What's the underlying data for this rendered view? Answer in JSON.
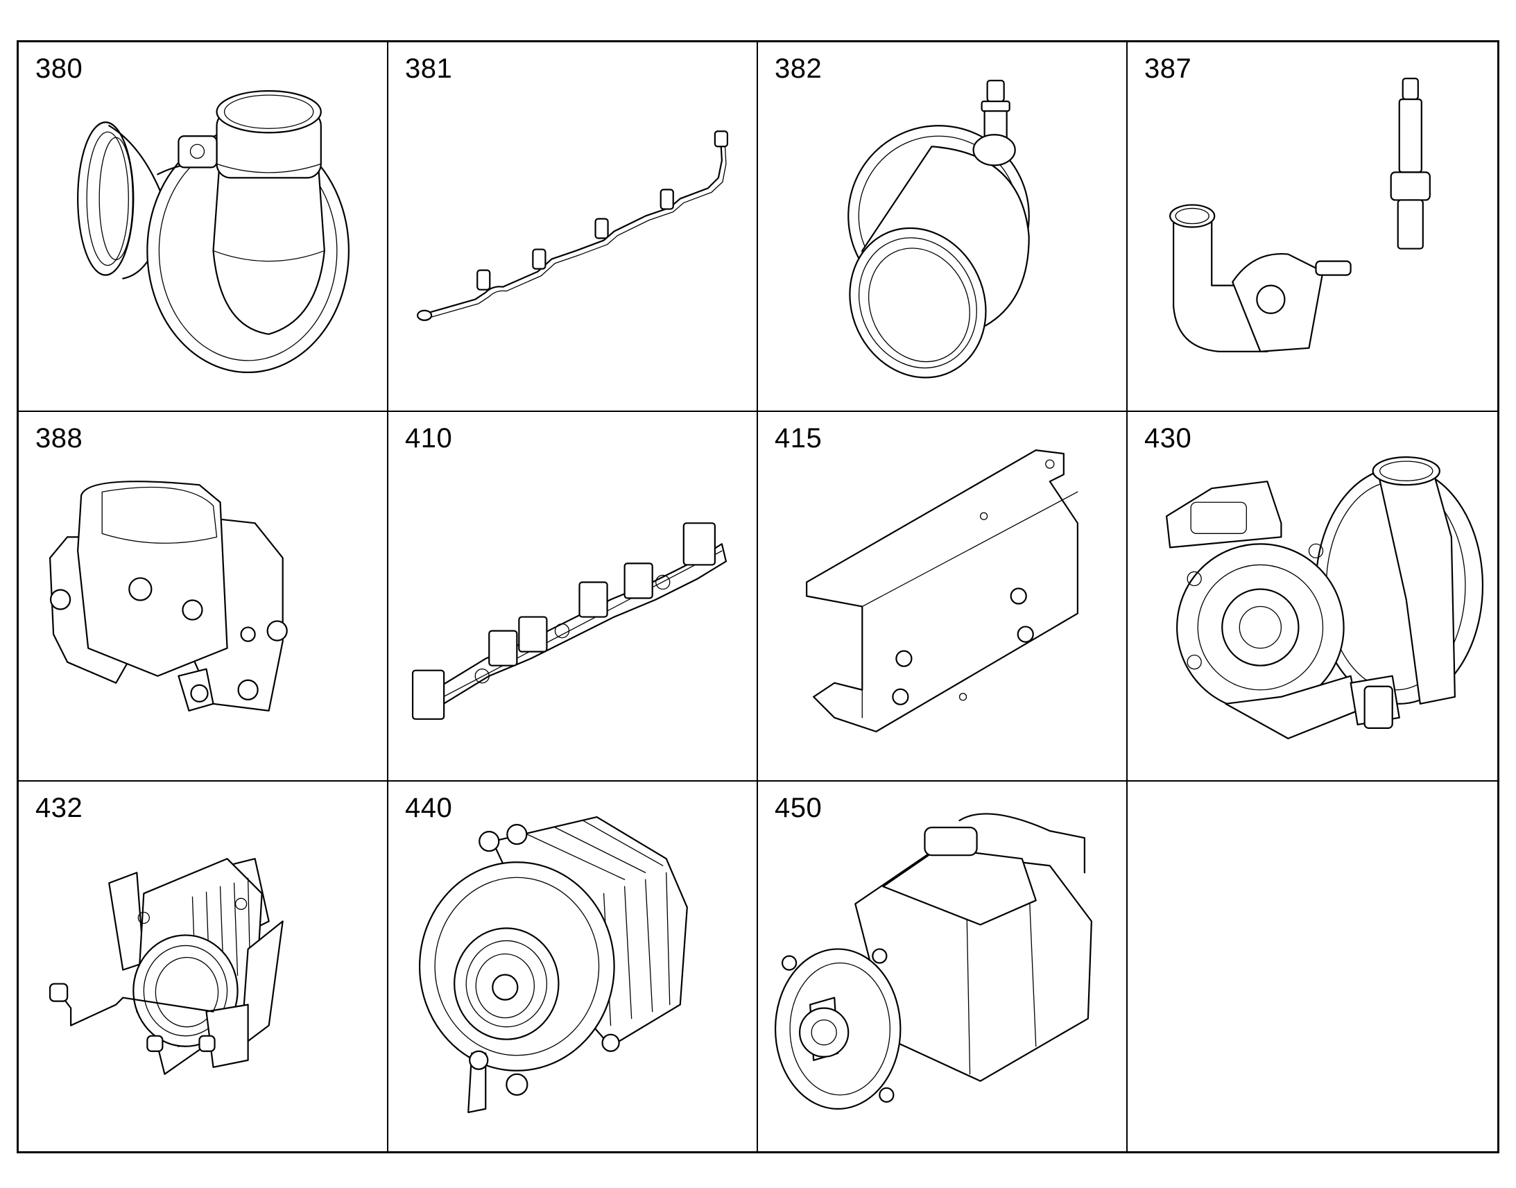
{
  "parts": [
    {
      "number": "380",
      "icon": "turbo-outlet-elbow"
    },
    {
      "number": "381",
      "icon": "sensor-wire-harness"
    },
    {
      "number": "382",
      "icon": "elbow-with-fitting"
    },
    {
      "number": "387",
      "icon": "tube-and-sensor"
    },
    {
      "number": "388",
      "icon": "throttle-housing"
    },
    {
      "number": "410",
      "icon": "exhaust-manifold"
    },
    {
      "number": "415",
      "icon": "heat-shield-bracket"
    },
    {
      "number": "430",
      "icon": "turbocharger"
    },
    {
      "number": "432",
      "icon": "egr-valve-assembly"
    },
    {
      "number": "440",
      "icon": "alternator"
    },
    {
      "number": "450",
      "icon": "starter-motor"
    },
    {
      "number": "",
      "icon": ""
    }
  ]
}
